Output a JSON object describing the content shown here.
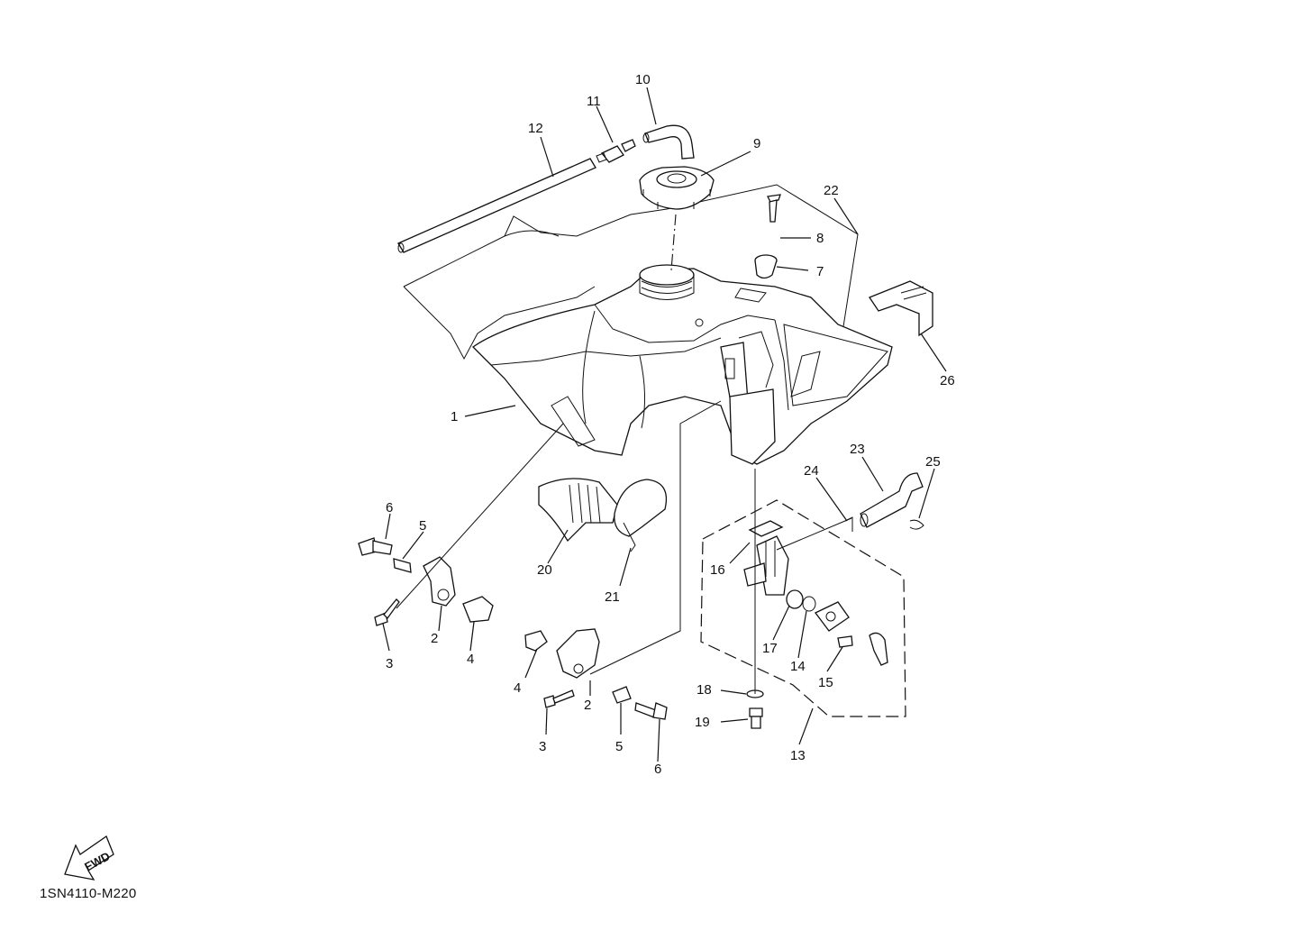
{
  "drawing_code": "1SN4110-M220",
  "fwd_label": "FWD",
  "callouts": [
    {
      "id": "c1",
      "text": "1"
    },
    {
      "id": "c2a",
      "text": "2"
    },
    {
      "id": "c2b",
      "text": "2"
    },
    {
      "id": "c3a",
      "text": "3"
    },
    {
      "id": "c3b",
      "text": "3"
    },
    {
      "id": "c4a",
      "text": "4"
    },
    {
      "id": "c4b",
      "text": "4"
    },
    {
      "id": "c5a",
      "text": "5"
    },
    {
      "id": "c5b",
      "text": "5"
    },
    {
      "id": "c6a",
      "text": "6"
    },
    {
      "id": "c6b",
      "text": "6"
    },
    {
      "id": "c7",
      "text": "7"
    },
    {
      "id": "c8",
      "text": "8"
    },
    {
      "id": "c9",
      "text": "9"
    },
    {
      "id": "c10",
      "text": "10"
    },
    {
      "id": "c11",
      "text": "11"
    },
    {
      "id": "c12",
      "text": "12"
    },
    {
      "id": "c13",
      "text": "13"
    },
    {
      "id": "c14",
      "text": "14"
    },
    {
      "id": "c15",
      "text": "15"
    },
    {
      "id": "c16",
      "text": "16"
    },
    {
      "id": "c17",
      "text": "17"
    },
    {
      "id": "c18",
      "text": "18"
    },
    {
      "id": "c19",
      "text": "19"
    },
    {
      "id": "c20",
      "text": "20"
    },
    {
      "id": "c21",
      "text": "21"
    },
    {
      "id": "c22",
      "text": "22"
    },
    {
      "id": "c23",
      "text": "23"
    },
    {
      "id": "c24",
      "text": "24"
    },
    {
      "id": "c25",
      "text": "25"
    },
    {
      "id": "c26",
      "text": "26"
    }
  ]
}
